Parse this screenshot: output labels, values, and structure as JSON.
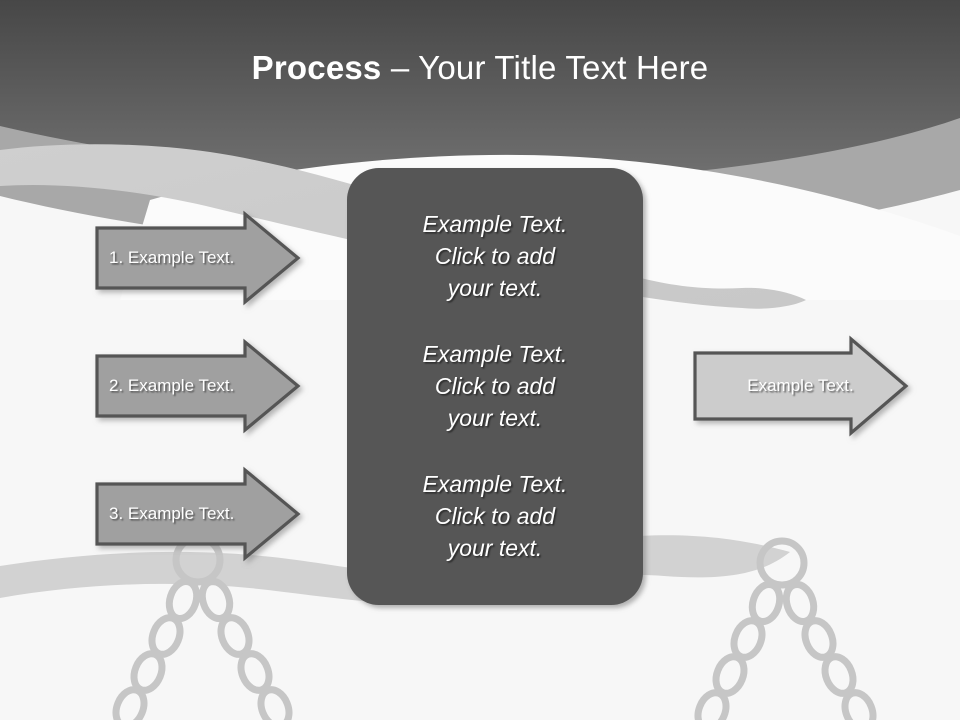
{
  "slide": {
    "title": {
      "strong": "Process",
      "rest": " – Your Title Text Here"
    },
    "background_color": "#f7f7f7",
    "header_gradient_top": "#4a4a4a",
    "header_gradient_bottom": "#6e6e6e",
    "header_band_color": "#a3a3a3",
    "decor_color": "#cccccc",
    "chain_color": "#c6c6c6"
  },
  "left_arrows": [
    {
      "label": "1. Example Text.",
      "fill": "#a0a0a0",
      "stroke": "#555555"
    },
    {
      "label": "2. Example Text.",
      "fill": "#a0a0a0",
      "stroke": "#555555"
    },
    {
      "label": "3. Example Text.",
      "fill": "#a0a0a0",
      "stroke": "#555555"
    }
  ],
  "center_panel": {
    "fill": "#565656",
    "blocks": [
      "Example Text.\nClick  to add\nyour text.",
      "Example Text.\nClick  to add\nyour text.",
      "Example Text.\nClick  to add\nyour text."
    ]
  },
  "right_arrow": {
    "label": "Example Text.",
    "fill": "#cccccc",
    "stroke": "#555555"
  }
}
